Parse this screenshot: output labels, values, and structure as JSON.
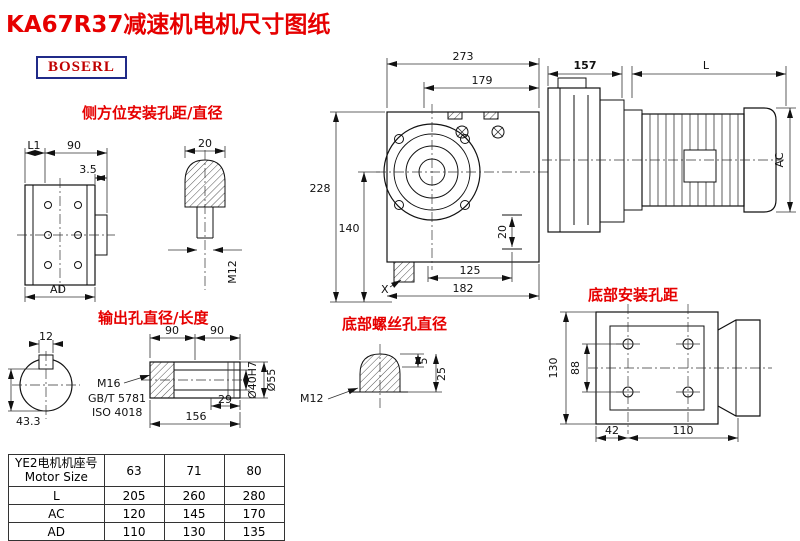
{
  "page": {
    "title": "KA67R37减速机电机尺寸图纸",
    "logo": "BOSERL"
  },
  "labels": {
    "side_mount": "侧方位安装孔距/直径",
    "output_hole": "输出孔直径/长度",
    "bottom_screw": "底部螺丝孔直径",
    "bottom_mount": "底部安装孔距"
  },
  "side_view": {
    "l1": "L1",
    "w90": "90",
    "t35": "3.5",
    "ad": "AD"
  },
  "plug_view": {
    "w20": "20",
    "m12": "M12"
  },
  "main_view": {
    "w273": "273",
    "w179": "179",
    "h228": "228",
    "h140": "140",
    "w125": "125",
    "w182": "182",
    "d20": "20",
    "x": "X"
  },
  "motor_view": {
    "len157": "157",
    "len_l": "L",
    "ac": "AC"
  },
  "shaft_view": {
    "w12": "12",
    "h433": "43.3",
    "l90a": "90",
    "l90b": "90",
    "m16": "M16",
    "std1": "GB/T 5781",
    "std2": "ISO 4018",
    "l29": "29",
    "l156": "156",
    "d40": "Ø40H7",
    "d55": "Ø55"
  },
  "screw_view": {
    "m12": "M12",
    "h5": "5",
    "h25": "25"
  },
  "bottom_view": {
    "h130": "130",
    "h88": "88",
    "w42": "42",
    "w110": "110"
  },
  "table": {
    "header_cn": "YE2电机机座号",
    "header_en": "Motor Size",
    "sizes": [
      "63",
      "71",
      "80"
    ],
    "rows": [
      {
        "label": "L",
        "values": [
          "205",
          "260",
          "280"
        ]
      },
      {
        "label": "AC",
        "values": [
          "120",
          "145",
          "170"
        ]
      },
      {
        "label": "AD",
        "values": [
          "110",
          "130",
          "135"
        ]
      }
    ]
  }
}
